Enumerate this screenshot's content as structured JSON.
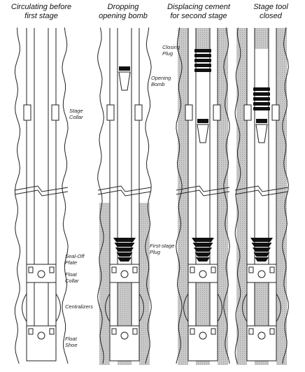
{
  "columns": [
    {
      "title_line1": "Circulating before",
      "title_line2": "first stage"
    },
    {
      "title_line1": "Dropping",
      "title_line2": "opening bomb"
    },
    {
      "title_line1": "Displacing cement",
      "title_line2": "for second stage"
    },
    {
      "title_line1": "Stage tool",
      "title_line2": "closed"
    }
  ],
  "labels": {
    "stage_collar_1": "Stage",
    "stage_collar_2": "Collar",
    "opening_bomb_1": "Opening",
    "opening_bomb_2": "Bomb",
    "closing_plug_1": "Closing",
    "closing_plug_2": "Plug",
    "seal_off_1": "Seal-Off",
    "seal_off_2": "Plate",
    "float_collar_1": "Float",
    "float_collar_2": "Collar",
    "centralizers": "Centralizers",
    "float_shoe_1": "Float",
    "float_shoe_2": "Shoe",
    "first_stage_plug_1": "First-stage",
    "first_stage_plug_2": "Plug"
  },
  "colors": {
    "line": "#222222",
    "cement": "#c8c8c8",
    "plug": "#111111",
    "background": "#ffffff"
  }
}
